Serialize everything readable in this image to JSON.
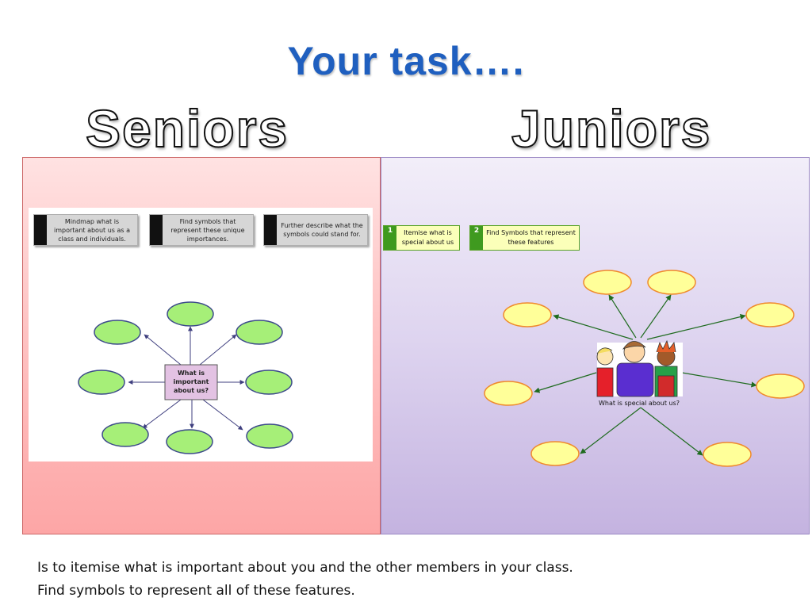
{
  "slide": {
    "title": "Your task….",
    "seniors_heading": "Seniors",
    "juniors_heading": "Juniors",
    "body_lines": [
      "Is to itemise what is important about you and the other members in your class.",
      "Find symbols to represent all of these features."
    ]
  },
  "seniors": {
    "steps": [
      {
        "text": "Mindmap what is important about us as a class and individuals."
      },
      {
        "text": "Find symbols that represent these unique importances."
      },
      {
        "text": "Further describe what the symbols could stand for."
      }
    ],
    "center_label": [
      "What is",
      "important",
      "about us?"
    ]
  },
  "juniors": {
    "steps": [
      {
        "number": "1",
        "text": "Itemise what is special about us"
      },
      {
        "number": "2",
        "text": "Find Symbols that represent these features"
      }
    ],
    "center_caption": "What is special about us?"
  },
  "colors": {
    "title_blue": "#1f5fbf",
    "senior_node_fill": "#a6ef78",
    "senior_node_stroke": "#3c4a8a",
    "senior_center_fill": "#e3c2e3",
    "junior_node_fill": "#ffff99",
    "junior_node_stroke": "#f08a2c",
    "junior_arrow": "#1f6b1f",
    "senior_arrow": "#3f3f7f"
  }
}
